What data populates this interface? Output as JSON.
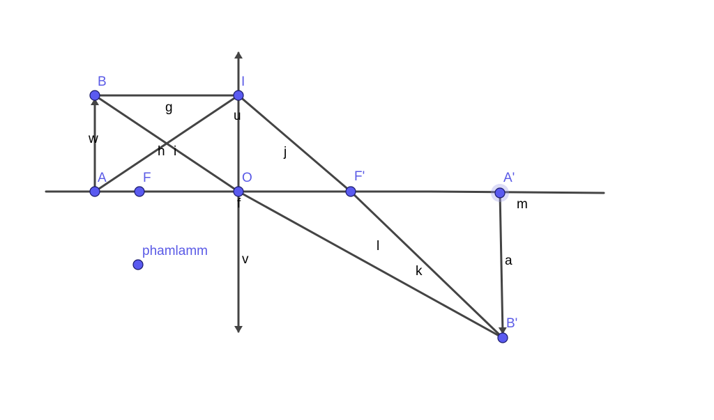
{
  "diagram": {
    "point_labels": {
      "B": "B",
      "I": "I",
      "A": "A",
      "F": "F",
      "O": "O",
      "Fp": "F'",
      "Ap": "A'",
      "Bp": "B'",
      "free": "phamlamm"
    },
    "segment_labels": {
      "g": "g",
      "u": "u",
      "w": "w",
      "h": "h",
      "i": "i",
      "j": "j",
      "f": "f",
      "m": "m",
      "v": "v",
      "l": "l",
      "k": "k",
      "a": "a"
    },
    "colors": {
      "point_fill": "#5a5af0",
      "point_label": "#5a5ae6",
      "segment": "#444444",
      "segment_label": "#000000"
    }
  }
}
